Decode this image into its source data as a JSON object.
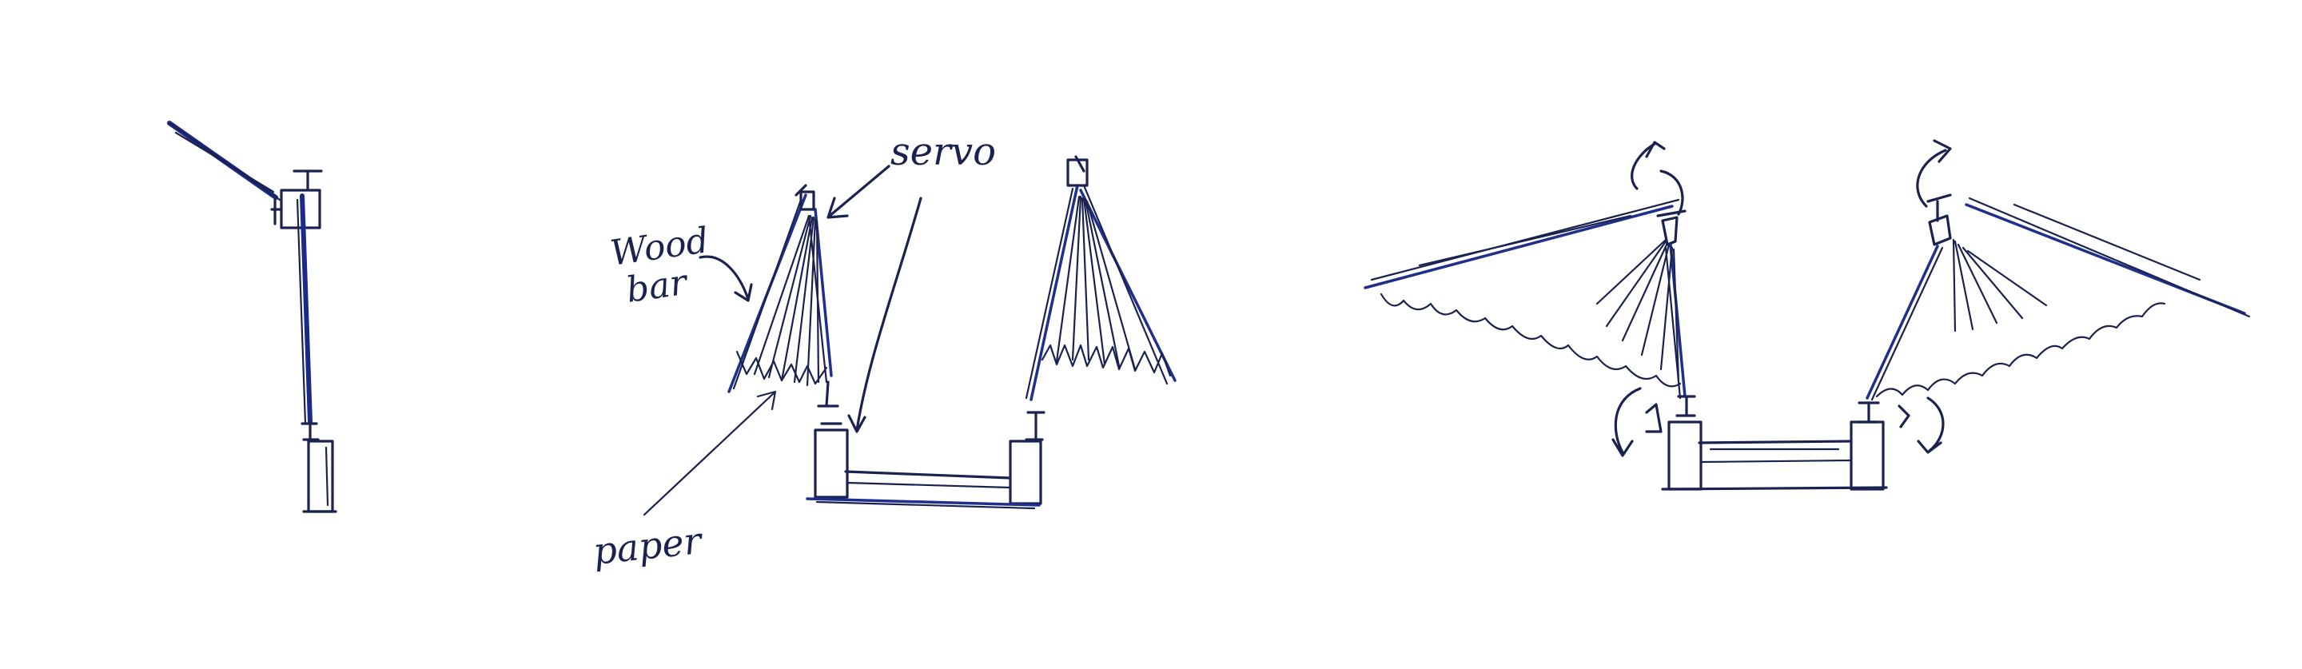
{
  "labels": {
    "wood_bar_line1": "Wood",
    "wood_bar_line2": "bar",
    "servo": "servo",
    "paper": "paper"
  },
  "colors": {
    "ink": "#1c2250",
    "accent_ink": "#1e2f8c",
    "background": "#ffffff"
  }
}
